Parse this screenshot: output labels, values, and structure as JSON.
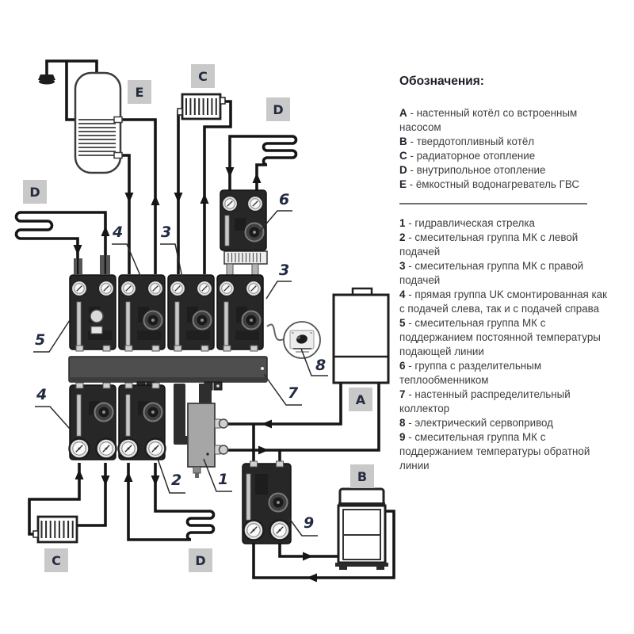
{
  "legend": {
    "title": "Обозначения:",
    "designations": [
      {
        "k": "A",
        "t": "- настенный котёл со встроенным насосом"
      },
      {
        "k": "B",
        "t": "- твердотопливный котёл"
      },
      {
        "k": "C",
        "t": "- радиаторное отопление"
      },
      {
        "k": "D",
        "t": "- внутрипольное отопление"
      },
      {
        "k": "E",
        "t": "- ёмкостный водонагреватель ГВС"
      }
    ],
    "components": [
      {
        "k": "1",
        "t": "- гидравлическая стрелка"
      },
      {
        "k": "2",
        "t": "- смесительная группа МК с левой подачей"
      },
      {
        "k": "3",
        "t": "- смесительная группа МК с правой подачей"
      },
      {
        "k": "4",
        "t": "- прямая группа UK смонтированная как с подачей слева, так и с подачей справа"
      },
      {
        "k": "5",
        "t": "- смесительная группа МК с поддержанием постоянной температуры подающей линии"
      },
      {
        "k": "6",
        "t": "- группа с разделительным теплообменником"
      },
      {
        "k": "7",
        "t": "- настенный распределительный коллектор"
      },
      {
        "k": "8",
        "t": "- электрический сервопривод"
      },
      {
        "k": "9",
        "t": "- смесительная группа МК с поддержанием температуры обратной линии"
      }
    ]
  },
  "markers": {
    "tank_e": "E",
    "radiator_top_c": "C",
    "floor_top_d": "D",
    "floor_left_d": "D",
    "boiler_a": "A",
    "boiler_b": "B",
    "radiator_bottom_c": "C",
    "floor_bottom_d": "D"
  },
  "callouts": {
    "mk_const_temp_5": "5",
    "uk_top_4": "4",
    "mk_right_3_top": "3",
    "heat_exchanger_6": "6",
    "mk_right_3_side": "3",
    "servo_8": "8",
    "collector_7": "7",
    "uk_bottom_4": "4",
    "mk_left_2": "2",
    "separator_1": "1",
    "mk_return_9": "9"
  },
  "colors": {
    "pipe": "#161616",
    "module_dark": "#272727",
    "manifold": "#4e4e4e",
    "marker_bg": "#c9c9c9",
    "callout_text": "#222b42",
    "legend_text": "#3e3e42"
  }
}
